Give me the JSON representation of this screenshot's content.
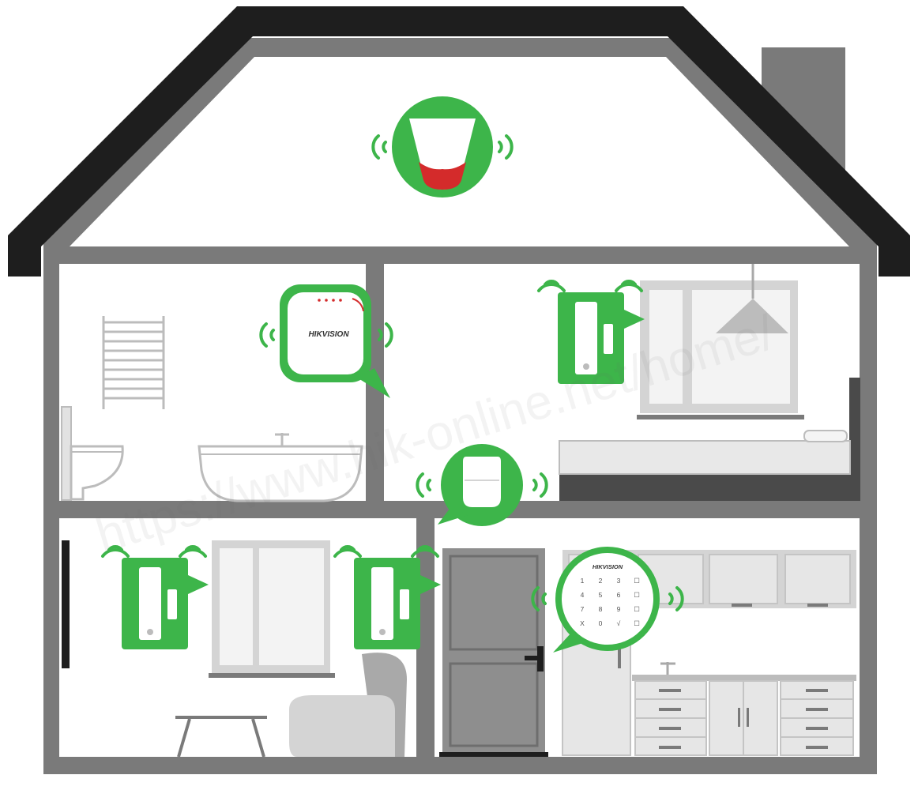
{
  "colors": {
    "accent_green": "#3db54a",
    "roof": "#1e1e1e",
    "wall": "#7a7a7a",
    "furniture_light": "#d4d4d4",
    "furniture_mid": "#bcbcbc",
    "siren_red": "#d42b2b",
    "background": "#ffffff"
  },
  "devices": {
    "siren": {
      "icon": "outdoor-siren-icon"
    },
    "hub": {
      "icon": "control-panel-hub-icon",
      "brand": "HIKVISION"
    },
    "upstairs_contact": {
      "icon": "door-window-contact-icon"
    },
    "motion_sensor": {
      "icon": "motion-detector-icon"
    },
    "living_contact_left": {
      "icon": "door-window-contact-icon"
    },
    "living_contact_right": {
      "icon": "door-window-contact-icon"
    },
    "keypad": {
      "icon": "keypad-icon",
      "brand": "HIKVISION",
      "keys": [
        "1",
        "2",
        "3",
        "☐",
        "4",
        "5",
        "6",
        "☐",
        "7",
        "8",
        "9",
        "☐",
        "X",
        "0",
        "√",
        "☐"
      ]
    }
  },
  "watermark": "https://www.hik-online.net/home/"
}
